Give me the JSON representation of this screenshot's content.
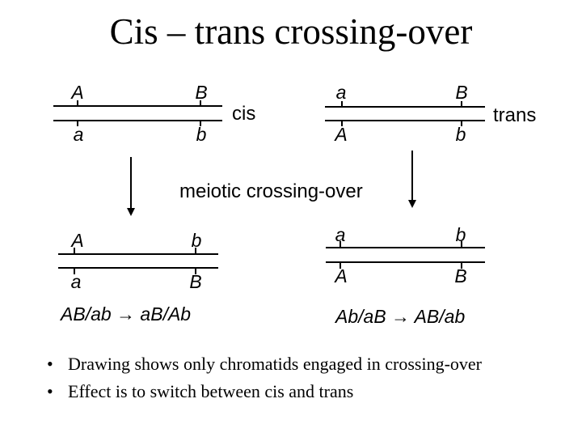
{
  "title": "Cis – trans crossing-over",
  "colors": {
    "background": "#ffffff",
    "foreground": "#000000"
  },
  "diagram": {
    "cross_label": "meiotic crossing-over",
    "pairs": [
      {
        "name": "cis-parental",
        "side_label": "cis",
        "top_left": "A",
        "top_right": "B",
        "bottom_left": "a",
        "bottom_right": "b"
      },
      {
        "name": "trans-parental",
        "side_label": "trans",
        "top_left": "a",
        "top_right": "B",
        "bottom_left": "A",
        "bottom_right": "b"
      },
      {
        "name": "cis-recombinant",
        "formula": "AB/ab → aB/Ab",
        "top_left": "A",
        "top_right": "b",
        "bottom_left": "a",
        "bottom_right": "B"
      },
      {
        "name": "trans-recombinant",
        "formula": "Ab/aB → AB/ab",
        "top_left": "a",
        "top_right": "b",
        "bottom_left": "A",
        "bottom_right": "B"
      }
    ]
  },
  "bullets": [
    {
      "marker": "•",
      "text": "Drawing shows only chromatids engaged in crossing-over"
    },
    {
      "marker": "•",
      "text": "Effect is to switch between cis and trans"
    }
  ]
}
